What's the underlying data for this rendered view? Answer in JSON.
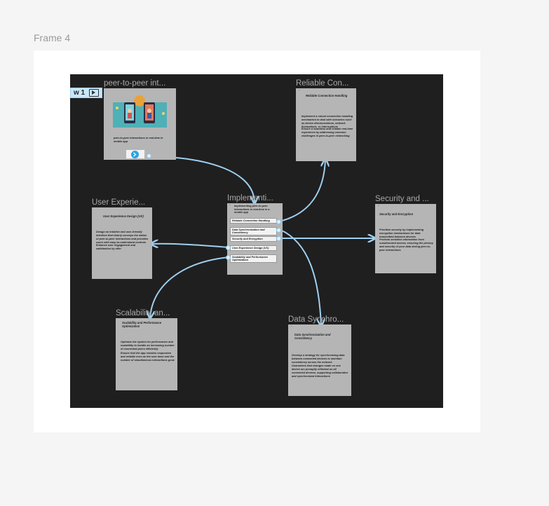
{
  "frame": {
    "label": "Frame 4"
  },
  "flow_badge": {
    "label": "w 1"
  },
  "colors": {
    "canvas": "#1f1f1f",
    "card": "#b5b5b5",
    "arrow": "#9fd0f0",
    "badge": "#c9e6fb"
  },
  "cards": {
    "peer": {
      "title": "peer-to-peer int...",
      "caption": "peer-to-peer interactions in real-time in mobile app",
      "image": "two-phones-users-illustration"
    },
    "reliable": {
      "title": "Reliable Con...",
      "heading": "Reliable Connection Handling",
      "bullets": [
        "Implement a robust connection handling mechanism to deal with scenarios such as device disconnections, network fluctuations, or interruptions",
        "Ensure a seamless and reliable real-time experience by addressing common challenges in peer-to-peer networking"
      ]
    },
    "ux": {
      "title": "User Experie...",
      "heading": "User Experience Design (UX)",
      "bullets": [
        "Design an intuitive and user-friendly interface that clearly conveys the status of peer-to-peer interactions and provides users with easy-to-understand controls",
        "Enhance user engagement and satisfaction by offer"
      ]
    },
    "impl": {
      "title": "Implementi...",
      "heading": "Implementing peer-to-peer interactions in real-time in a mobile app",
      "buttons": [
        "Reliable Connection Handling",
        "Data Synchronization and Consistency",
        "Security and Encryption",
        "User Experience Design (UX)",
        "Scalability and Performance Optimization"
      ]
    },
    "security": {
      "title": "Security and ...",
      "heading": "Security and Encryption",
      "bullets": [
        "Prioritize security by implementing encryption mechanisms for data transmitted between devices",
        "Protects sensitive information from unauthorized access, ensuring the privacy and security of your data during peer-to-peer interactions"
      ]
    },
    "scal": {
      "title": "Scalability an...",
      "heading": "Scalability and Performance Optimization",
      "bullets": [
        "Optimize the system for performance and scalability to handle an increasing number of connected peers efficiently",
        "Ensure that the app remains responsive and reliable even as the user base and the number of simultaneous interactions grow"
      ]
    },
    "data": {
      "title": "Data Synchro...",
      "heading": "Data Synchronization and Consistency",
      "bullets": [
        "Develop a strategy for synchronizing data between connected devices to maintain consistency across the network",
        "Guarantees that changes made on one device are promptly reflected on all connected devices, supporting collaborative and synchronized interactions"
      ]
    }
  }
}
